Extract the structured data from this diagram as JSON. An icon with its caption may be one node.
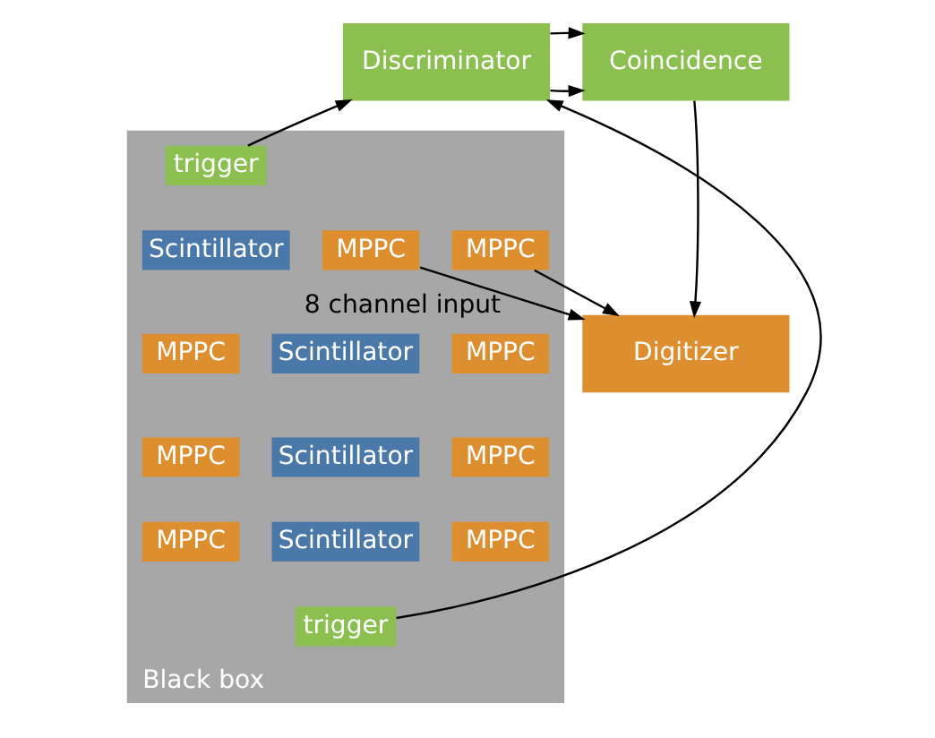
{
  "diagram": {
    "nodes": [
      {
        "text": [
          "Discriminator"
        ]
      },
      {
        "text": [
          "Coincidence"
        ]
      },
      {
        "text": [
          "Digitizer"
        ]
      },
      {
        "text": [
          "Black box"
        ]
      },
      {
        "text": [
          "trigger"
        ],
        "in": 3
      },
      {
        "text": [
          "MPPC"
        ],
        "in": 3
      },
      {
        "text": [
          "Scintillator"
        ],
        "in": 3
      },
      {
        "text": [
          "MPPC"
        ],
        "in": 3
      },
      {
        "text": [
          "MPPC"
        ],
        "in": 3
      },
      {
        "text": [
          "Scintillator"
        ],
        "in": 3
      },
      {
        "text": [
          "MPPC"
        ],
        "in": 3
      },
      {
        "text": [
          "MPPC"
        ],
        "in": 3
      },
      {
        "text": [
          "Scintillator"
        ],
        "in": 3
      },
      {
        "text": [
          "MPPC"
        ],
        "in": 3
      },
      {
        "text": [
          "MPPC"
        ],
        "in": 3
      },
      {
        "text": [
          "Scintillator"
        ],
        "in": 3
      },
      {
        "text": [
          "MPPC"
        ],
        "in": 3
      },
      {
        "text": [
          "trigger"
        ],
        "in": 3
      }
    ],
    "edges": [
      {
        "from": 17,
        "to": 0,
        "arrow": "to"
      },
      {
        "from": 4,
        "to": 0,
        "arrow": "to"
      },
      {
        "from": 0,
        "to": 1,
        "arrow": "to"
      },
      {
        "from": 0,
        "to": 1,
        "arrow": "to"
      },
      {
        "from": 1,
        "to": 2,
        "arrow": "to"
      },
      {
        "from": 5,
        "to": 2,
        "arrow": "to",
        "label": "8 channel input"
      },
      {
        "from": 7,
        "to": 2,
        "arrow": "to"
      }
    ]
  }
}
